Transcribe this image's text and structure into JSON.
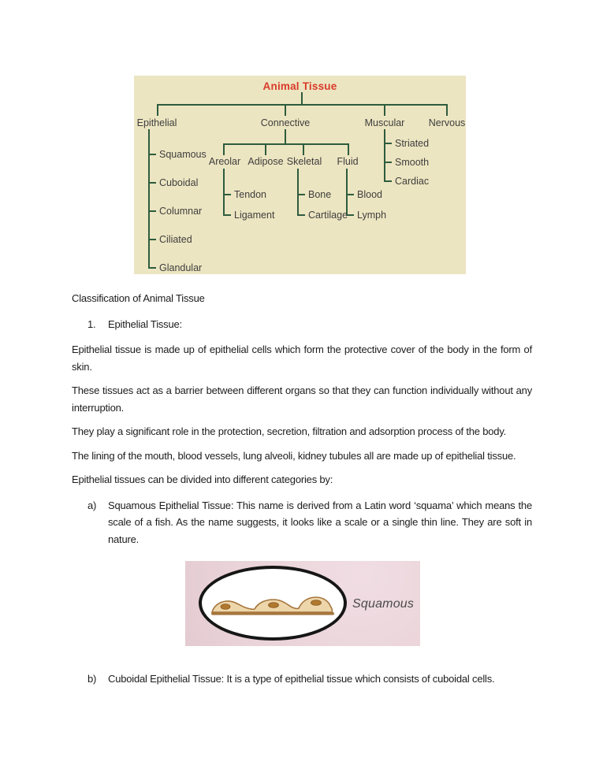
{
  "diagram": {
    "title": "Animal Tissue",
    "branches": {
      "epithelial": {
        "label": "Epithelial",
        "children": [
          "Squamous",
          "Cuboidal",
          "Columnar",
          "Ciliated",
          "Glandular"
        ]
      },
      "connective": {
        "label": "Connective",
        "children": [
          {
            "label": "Areolar",
            "children": [
              "Tendon",
              "Ligament"
            ]
          },
          {
            "label": "Adipose",
            "children": []
          },
          {
            "label": "Skeletal",
            "children": [
              "Bone",
              "Cartilage"
            ]
          },
          {
            "label": "Fluid",
            "children": [
              "Blood",
              "Lymph"
            ]
          }
        ]
      },
      "muscular": {
        "label": "Muscular",
        "children": [
          "Striated",
          "Smooth",
          "Cardiac"
        ]
      },
      "nervous": {
        "label": "Nervous",
        "children": []
      }
    },
    "colors": {
      "background": "#ece5c1",
      "connector_line": "#2d5c3e",
      "title": "#d93a2a",
      "label": "#3e3e3e"
    }
  },
  "document": {
    "heading": "Classification of Animal Tissue",
    "numbered_item": {
      "marker": "1.",
      "text": "Epithelial Tissue:"
    },
    "paragraphs": [
      "Epithelial tissue is made up of epithelial cells which form the protective cover of the body in the form of skin.",
      "These tissues act as a barrier between different organs so that they can function individually without any interruption.",
      "They play a significant role in the protection, secretion, filtration and adsorption process of the body.",
      "The lining of the mouth, blood vessels, lung alveoli, kidney tubules all are made up of epithelial tissue.",
      "Epithelial tissues can be divided into different categories by:"
    ],
    "list_items": [
      {
        "marker": "a)",
        "text": "Squamous Epithelial Tissue: This name is derived from a Latin word ‘squama’ which means the scale of a fish. As the name suggests, it looks like a scale or a single thin line. They are soft in nature."
      },
      {
        "marker": "b)",
        "text": "Cuboidal Epithelial Tissue: It is a type of epithelial tissue which consists of cuboidal cells."
      }
    ]
  },
  "figure": {
    "label": "Squamous",
    "colors": {
      "background": "#e9d2d8",
      "cell_fill": "#eed6ab",
      "cell_outline": "#a5763d",
      "nucleus": "#b0782f"
    }
  }
}
